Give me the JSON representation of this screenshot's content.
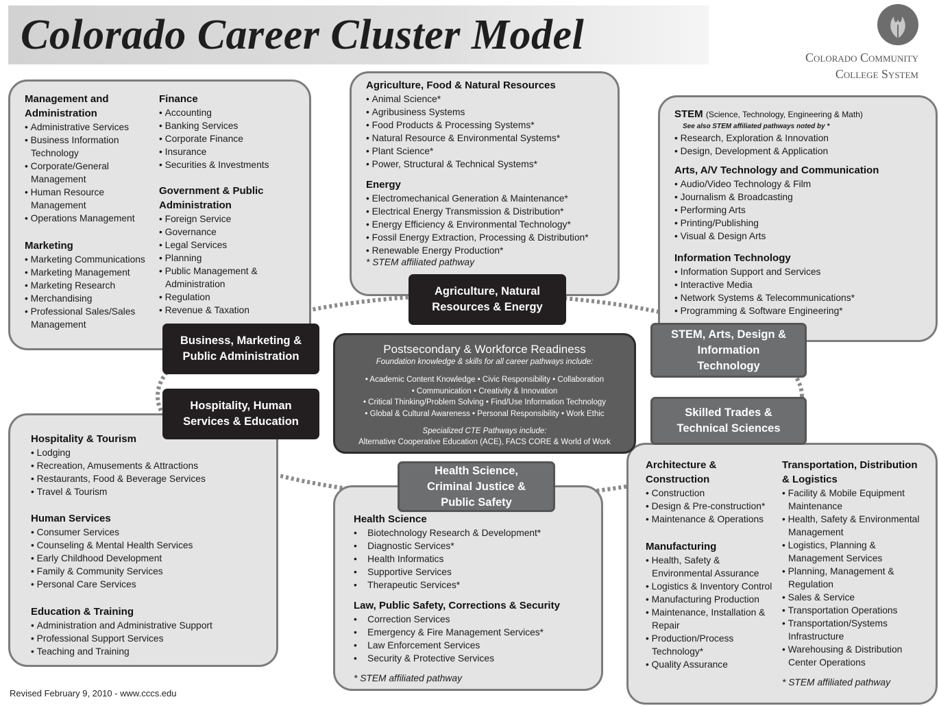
{
  "title": "Colorado Career Cluster Model",
  "logo": {
    "line1": "Colorado Community",
    "line2": "College System"
  },
  "footer": "Revised February 9, 2010 - www.cccs.edu",
  "center": {
    "heading": "Postsecondary & Workforce Readiness",
    "subheading": "Foundation knowledge & skills for all career pathways include:",
    "skills_lines": [
      "• Academic Content Knowledge • Civic Responsibility • Collaboration",
      "• Communication • Creativity & Innovation",
      "• Critical Thinking/Problem Solving • Find/Use Information Technology",
      "• Global & Cultural Awareness • Personal Responsibility • Work Ethic"
    ],
    "cte_heading": "Specialized CTE Pathways include:",
    "cte_text": "Alternative Cooperative Education (ACE), FACS CORE & World of Work"
  },
  "labels": {
    "ag": "Agriculture, Natural Resources & Energy",
    "business": "Business, Marketing & Public Administration",
    "hospitality": "Hospitality, Human Services & Education",
    "stem": "STEM, Arts, Design & Information Technology",
    "trades": "Skilled Trades & Technical Sciences",
    "health": "Health Science, Criminal Justice & Public Safety"
  },
  "business": {
    "mgmt": {
      "title": "Management and Administration",
      "items": [
        "Administrative Services",
        "Business Information Technology",
        "Corporate/General Management",
        "Human Resource Management",
        "Operations Management"
      ]
    },
    "marketing": {
      "title": "Marketing",
      "items": [
        "Marketing Communications",
        "Marketing Management",
        "Marketing Research",
        "Merchandising",
        "Professional Sales/Sales Management"
      ]
    },
    "finance": {
      "title": "Finance",
      "items": [
        "Accounting",
        "Banking Services",
        "Corporate Finance",
        "Insurance",
        "Securities & Investments"
      ]
    },
    "gov": {
      "title": "Government & Public Administration",
      "items": [
        "Foreign Service",
        "Governance",
        "Legal Services",
        "Planning",
        "Public Management & Administration",
        "Regulation",
        "Revenue & Taxation"
      ]
    }
  },
  "ag": {
    "afnr": {
      "title": "Agriculture, Food & Natural Resources",
      "items": [
        "Animal Science*",
        "Agribusiness Systems",
        "Food Products & Processing Systems*",
        "Natural Resource & Environmental Systems*",
        "Plant Science*",
        "Power, Structural & Technical Systems*"
      ]
    },
    "energy": {
      "title": "Energy",
      "items": [
        "Electromechanical Generation & Maintenance*",
        "Electrical Energy Transmission & Distribution*",
        "Energy Efficiency & Environmental Technology*",
        "Fossil Energy Extraction, Processing & Distribution*",
        "Renewable Energy Production*"
      ]
    },
    "note": "* STEM affiliated pathway"
  },
  "stem": {
    "stem": {
      "title": "STEM",
      "title_sub": "(Science, Technology, Engineering & Math)",
      "subnote": "See also STEM affiliated pathways noted by *",
      "items": [
        "Research, Exploration & Innovation",
        "Design, Development & Application"
      ]
    },
    "arts": {
      "title": "Arts, A/V Technology and Communication",
      "items": [
        "Audio/Video Technology & Film",
        "Journalism & Broadcasting",
        "Performing Arts",
        "Printing/Publishing",
        "Visual & Design Arts"
      ]
    },
    "it": {
      "title": "Information Technology",
      "items": [
        "Information Support and Services",
        "Interactive Media",
        "Network Systems & Telecommunications*",
        "Programming & Software Engineering*"
      ]
    }
  },
  "hospitality": {
    "tourism": {
      "title": "Hospitality & Tourism",
      "items": [
        "Lodging",
        "Recreation, Amusements & Attractions",
        "Restaurants, Food & Beverage Services",
        "Travel & Tourism"
      ]
    },
    "human": {
      "title": "Human Services",
      "items": [
        "Consumer Services",
        "Counseling & Mental Health Services",
        "Early Childhood Development",
        "Family & Community Services",
        "Personal Care Services"
      ]
    },
    "education": {
      "title": "Education & Training",
      "items": [
        "Administration and Administrative Support",
        "Professional Support Services",
        "Teaching and Training"
      ]
    }
  },
  "health": {
    "hs": {
      "title": "Health Science",
      "items": [
        "Biotechnology Research & Development*",
        "Diagnostic Services*",
        "Health Informatics",
        "Supportive Services",
        "Therapeutic Services*"
      ]
    },
    "law": {
      "title": "Law, Public Safety, Corrections & Security",
      "items": [
        "Correction Services",
        "Emergency & Fire Management Services*",
        "Law Enforcement Services",
        "Security & Protective Services"
      ]
    },
    "note": "* STEM affiliated pathway"
  },
  "trades": {
    "arch": {
      "title": "Architecture & Construction",
      "items": [
        "Construction",
        "Design & Pre-construction*",
        "Maintenance & Operations"
      ]
    },
    "mfg": {
      "title": "Manufacturing",
      "items": [
        "Health, Safety & Environmental Assurance",
        "Logistics & Inventory Control",
        "Manufacturing Production",
        "Maintenance, Installation & Repair",
        "Production/Process Technology*",
        "Quality Assurance"
      ]
    },
    "trans": {
      "title": "Transportation, Distribution & Logistics",
      "items": [
        "Facility & Mobile Equipment Maintenance",
        "Health, Safety & Environmental Management",
        "Logistics, Planning & Management Services",
        "Planning, Management & Regulation",
        "Sales & Service",
        "Transportation Operations",
        "Transportation/Systems Infrastructure",
        "Warehousing & Distribution Center Operations"
      ]
    },
    "note": "* STEM affiliated pathway"
  }
}
